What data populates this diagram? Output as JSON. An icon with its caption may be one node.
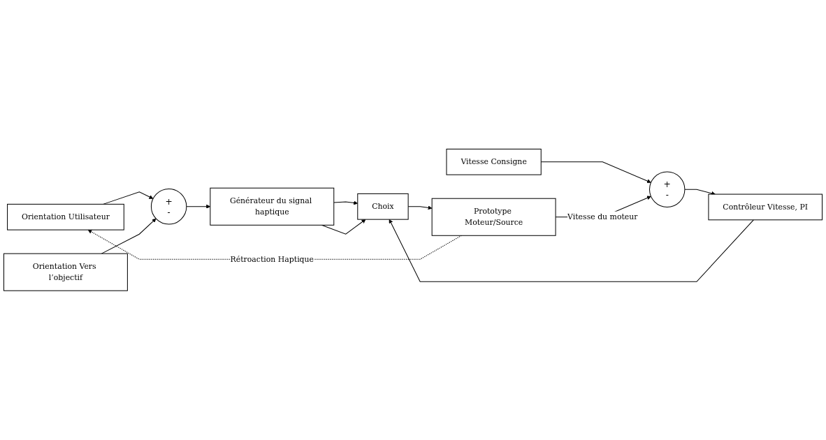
{
  "diagram": {
    "nodes": [
      {
        "text": [
          "Orientation Utilisateur"
        ]
      },
      {
        "text": [
          "Orientation Vers l’objectif"
        ]
      },
      {
        "text": [
          "+",
          "-"
        ]
      },
      {
        "text": [
          "Générateur du signal haptique"
        ]
      },
      {
        "text": [
          "Vitesse Consigne"
        ]
      },
      {
        "text": [
          "+",
          "-"
        ]
      },
      {
        "text": [
          "Contrôleur Vitesse, PI"
        ]
      },
      {
        "text": [
          "Choix"
        ]
      },
      {
        "text": [
          "Prototype Moteur/Source"
        ]
      }
    ],
    "edges": [
      {
        "from": 0,
        "to": 2,
        "arrow": "to"
      },
      {
        "from": 1,
        "to": 2,
        "arrow": "to"
      },
      {
        "from": 2,
        "to": 3,
        "arrow": "to"
      },
      {
        "from": 3,
        "to": 7,
        "arrow": "to"
      },
      {
        "from": 3,
        "to": 7,
        "arrow": "to"
      },
      {
        "from": 4,
        "to": 5,
        "arrow": "to"
      },
      {
        "from": 5,
        "to": 6,
        "arrow": "to"
      },
      {
        "from": 6,
        "to": 7,
        "arrow": "to"
      },
      {
        "from": 7,
        "to": 8,
        "arrow": "to"
      },
      {
        "from": 8,
        "to": 0,
        "arrow": "to",
        "style": "dashed",
        "label": "Rétroaction Haptique"
      },
      {
        "from": 8,
        "to": 5,
        "arrow": "to",
        "label": "Vitesse du moteur"
      }
    ]
  }
}
